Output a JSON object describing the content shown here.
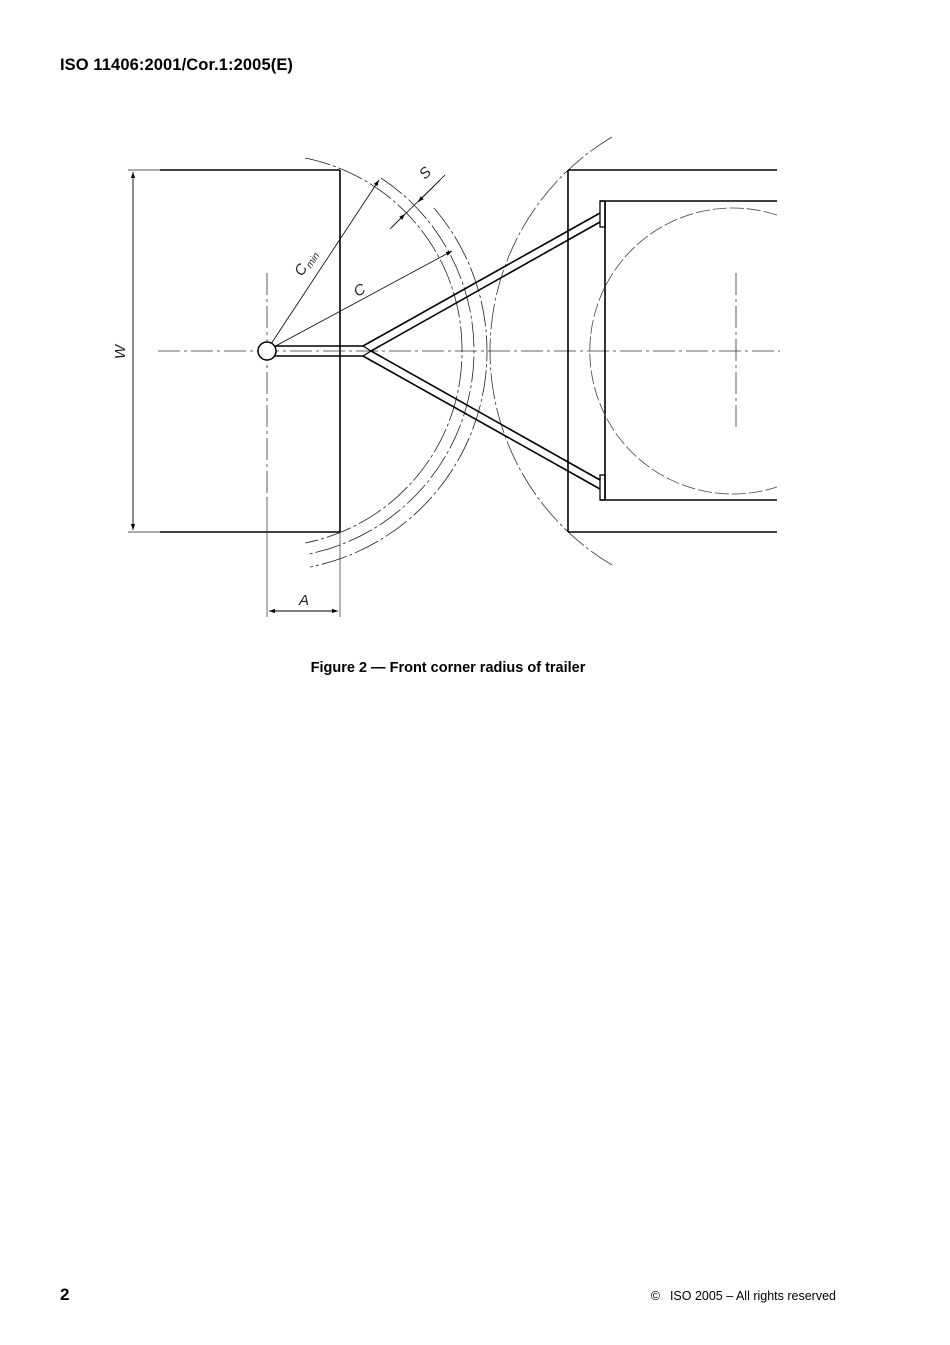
{
  "header": {
    "document_id": "ISO 11406:2001/Cor.1:2005(E)"
  },
  "figure": {
    "labels": {
      "W": "W",
      "A": "A",
      "C": "C",
      "Cmin_main": "C",
      "Cmin_sub": "min",
      "S": "S"
    },
    "caption": "Figure 2 — Front corner radius of trailer"
  },
  "footer": {
    "page_number": "2",
    "copyright_symbol": "©",
    "copyright_text": "ISO 2005 – All rights reserved"
  },
  "colors": {
    "line": "#000000",
    "thin_line": "#333333",
    "background": "#ffffff"
  }
}
